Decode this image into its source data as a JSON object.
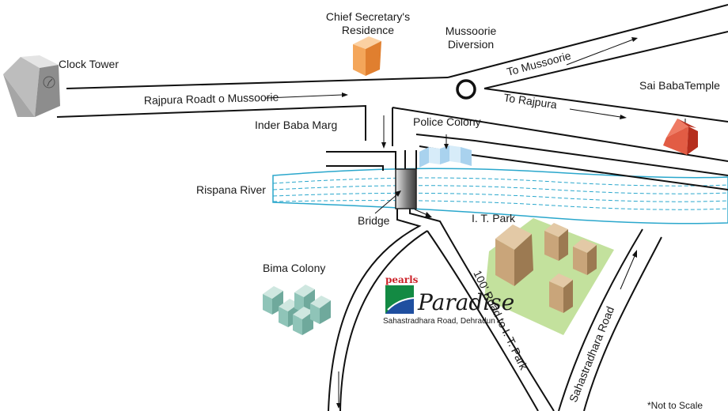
{
  "labels": {
    "clock_tower": "Clock Tower",
    "chief_secretary_1": "Chief Secretary's",
    "chief_secretary_2": "Residence",
    "mussoorie_diversion_1": "Mussoorie",
    "mussoorie_diversion_2": "Diversion",
    "sai_baba_temple": "Sai BabaTemple",
    "to_mussoorie": "To Mussoorie",
    "to_rajpura": "To Rajpura",
    "rajpura_road": "Rajpura Roadt o Mussoorie",
    "inder_baba_marg": "Inder Baba Marg",
    "police_colony": "Police Colony",
    "rispana_river": "Rispana River",
    "bridge": "Bridge",
    "it_park": "I. T. Park",
    "bima_colony": "Bima Colony",
    "road_100": "100' Road to I. T. Park",
    "sahastradhara_road": "Sahastradhara  Road",
    "not_to_scale": "*Not to Scale"
  },
  "logo": {
    "brand": "pearls",
    "name": "Paradise",
    "address": "Sahastradhara Road, Dehradun"
  },
  "colors": {
    "river": "#2aa7cc",
    "park_green": "#b8dc8c",
    "building_tan": "#c9a57a",
    "temple_red": "#d8432c",
    "residence_orange": "#f4a65a",
    "police_blue": "#a9d2ee",
    "bima_green": "#8fc4b8",
    "logo_red": "#cc2229",
    "logo_green": "#138a43",
    "logo_blue": "#1f4fa0"
  },
  "icons": [
    "clock-tower-icon",
    "residence-icon",
    "roundabout-icon",
    "temple-icon",
    "police-colony-icon",
    "bridge-icon",
    "it-park-buildings-icon",
    "bima-colony-icon",
    "pearls-logo-icon"
  ]
}
